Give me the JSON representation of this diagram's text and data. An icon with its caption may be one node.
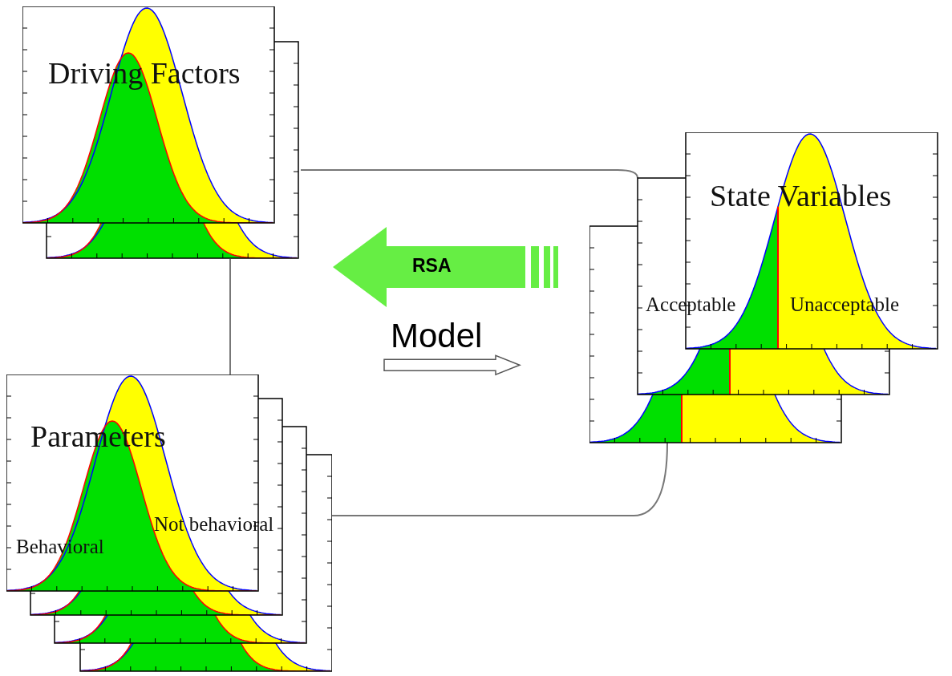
{
  "diagram": {
    "nodes": [
      {
        "text": [
          "Driving Factors"
        ]
      },
      {
        "text": [
          "Parameters",
          "Behavioral",
          "Not behavioral"
        ]
      },
      {
        "text": [
          "State Variables",
          "Acceptable",
          "Unacceptable"
        ]
      }
    ],
    "edges": [
      {
        "from": 0,
        "to": 2,
        "arrow": "none"
      },
      {
        "from": 1,
        "to": 0,
        "arrow": "none"
      },
      {
        "from": 1,
        "to": 2,
        "arrow": "none"
      },
      {
        "from": 2,
        "to": 0,
        "arrow": "to",
        "label": "RSA",
        "style": "thick",
        "color": "#66ee44"
      },
      {
        "from": 1,
        "to": 2,
        "arrow": "to",
        "label": "Model",
        "style": "thick"
      }
    ]
  }
}
